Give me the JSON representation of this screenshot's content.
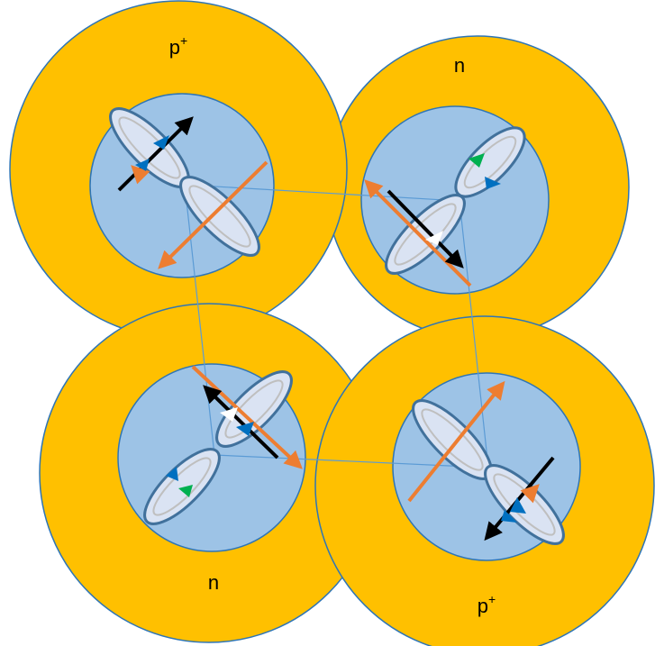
{
  "colors": {
    "outer_shell": "#FFC000",
    "outer_shell_edge": "#2E75B6",
    "core_fill": "#9DC3E6",
    "core_edge": "#2E75B6",
    "lobe_fill": "#DAE3F3",
    "lobe_edge": "#41719C",
    "lobe_inner_edge": "#BFBFBF",
    "orange_arrow": "#ED7D31",
    "black_arrow": "#000000",
    "blue_marker": "#0070C0",
    "green_marker": "#00B050",
    "white_marker": "#FFFFFF",
    "connector": "#5B9BD5"
  },
  "particles": [
    {
      "id": "top-left",
      "type": "proton",
      "label": "p",
      "superscript": "+"
    },
    {
      "id": "top-right",
      "type": "neutron",
      "label": "n",
      "superscript": ""
    },
    {
      "id": "bottom-left",
      "type": "neutron",
      "label": "n",
      "superscript": ""
    },
    {
      "id": "bottom-right",
      "type": "proton",
      "label": "p",
      "superscript": "+"
    }
  ]
}
